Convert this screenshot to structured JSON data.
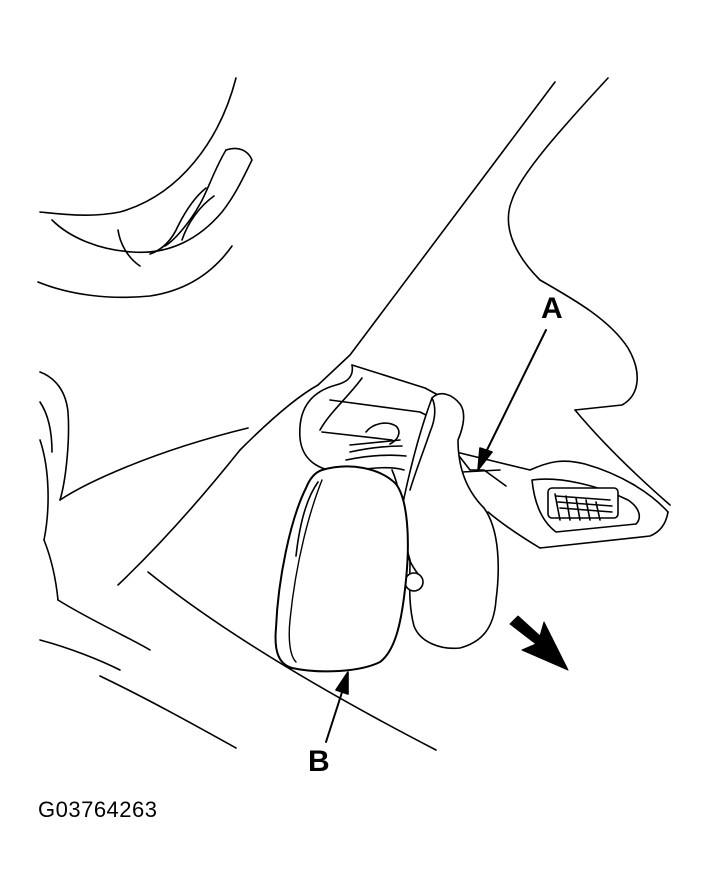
{
  "labels": {
    "a": "A",
    "b": "B"
  },
  "figure_code": "G03764263",
  "colors": {
    "line": "#000000",
    "background": "#ffffff"
  }
}
